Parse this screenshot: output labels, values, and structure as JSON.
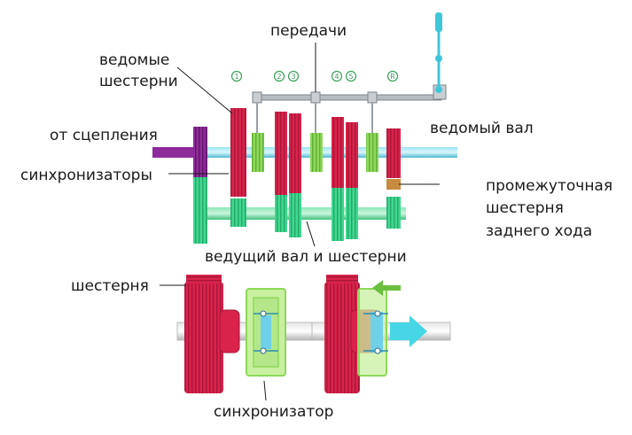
{
  "labels": {
    "gears_title": "передачи",
    "driven_gears_1": "ведомые",
    "driven_gears_2": "шестерни",
    "from_clutch": "от сцепления",
    "driven_shaft": "ведомый вал",
    "synchronizers": "синхронизаторы",
    "reverse_idler_1": "промежуточная",
    "reverse_idler_2": "шестерня",
    "reverse_idler_3": "заднего хода",
    "drive_shaft": "ведущий вал и шестерни",
    "gear_label": "шестерня",
    "synchronizer_label": "синхронизатор"
  },
  "gear_numbers": [
    "1",
    "2",
    "3",
    "4",
    "5",
    "R"
  ],
  "colors": {
    "driven_gear": "#d9234a",
    "synchro": "#8fd85a",
    "drive_gear": "#3fd78e",
    "input_shaft": "#8e2b9a",
    "output_shaft": "#6fd0e8",
    "rod": "#9aa0a6",
    "shift_lever": "#3fc7d9",
    "arrow_green": "#6abf3f",
    "arrow_cyan": "#46d6e6",
    "idler": "#c88a3e"
  }
}
